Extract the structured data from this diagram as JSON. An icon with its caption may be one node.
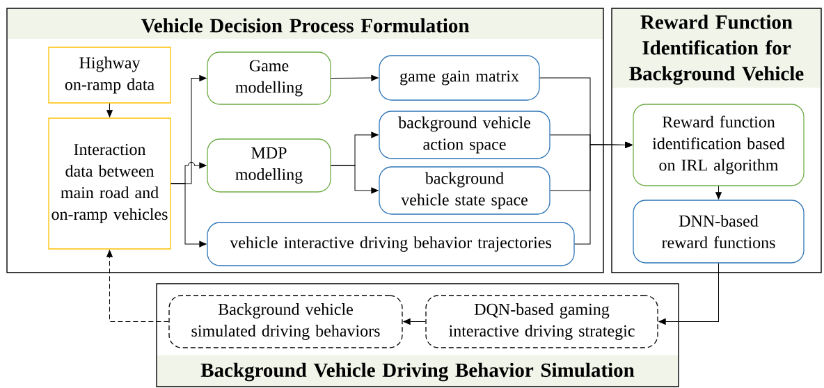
{
  "diagram": {
    "nodes": [
      {
        "text": [
          "Vehicle Decision Process Formulation"
        ]
      },
      {
        "text": [
          "Reward Function Identification for Background Vehicle"
        ]
      },
      {
        "text": [
          "Background Vehicle Driving Behavior Simulation"
        ]
      },
      {
        "text": [
          "Highway on-ramp data"
        ],
        "in": 0
      },
      {
        "text": [
          "Interaction data between main road and on-ramp vehicles"
        ],
        "in": 0
      },
      {
        "text": [
          "Game modelling"
        ],
        "in": 0
      },
      {
        "text": [
          "MDP modelling"
        ],
        "in": 0
      },
      {
        "text": [
          "game gain matrix"
        ],
        "in": 0
      },
      {
        "text": [
          "background vehicle action space"
        ],
        "in": 0
      },
      {
        "text": [
          "background vehicle state space"
        ],
        "in": 0
      },
      {
        "text": [
          "vehicle interactive driving behavior trajectories"
        ],
        "in": 0
      },
      {
        "text": [
          "Reward function identification based on IRL algorithm"
        ],
        "in": 1
      },
      {
        "text": [
          "DNN-based reward functions"
        ],
        "in": 1
      },
      {
        "text": [
          "DQN-based gaming interactive driving strategic"
        ],
        "in": 2
      },
      {
        "text": [
          "Background vehicle simulated driving behaviors"
        ],
        "in": 2
      }
    ],
    "edges": [
      {
        "from": 3,
        "to": 4,
        "arrow": "to"
      },
      {
        "from": 4,
        "to": 5,
        "arrow": "to"
      },
      {
        "from": 4,
        "to": 6,
        "arrow": "to"
      },
      {
        "from": 4,
        "to": 10,
        "arrow": "to"
      },
      {
        "from": 5,
        "to": 7,
        "arrow": "to"
      },
      {
        "from": 6,
        "to": 8,
        "arrow": "to"
      },
      {
        "from": 6,
        "to": 9,
        "arrow": "to"
      },
      {
        "from": 7,
        "to": 11,
        "arrow": "to"
      },
      {
        "from": 8,
        "to": 11,
        "arrow": "to"
      },
      {
        "from": 9,
        "to": 11,
        "arrow": "to"
      },
      {
        "from": 10,
        "to": 11,
        "arrow": "to"
      },
      {
        "from": 11,
        "to": 12,
        "arrow": "to"
      },
      {
        "from": 12,
        "to": 13,
        "arrow": "to"
      },
      {
        "from": 13,
        "to": 14,
        "arrow": "to"
      },
      {
        "from": 14,
        "to": 4,
        "arrow": "to",
        "style": "dashed"
      }
    ]
  }
}
